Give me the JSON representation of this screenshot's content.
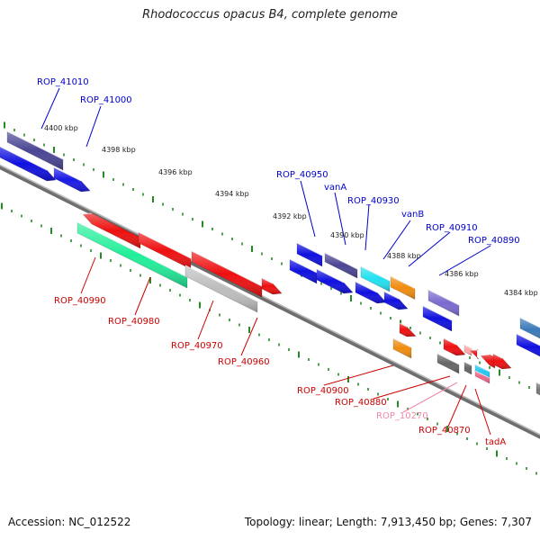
{
  "title": "Rhodococcus opacus B4, complete genome",
  "footer": {
    "accession": "Accession: NC_012522",
    "summary": "Topology: linear; Length: 7,913,450 bp; Genes: 7,307"
  },
  "colors": {
    "backbone": "#808080",
    "tick_green": "#228b22",
    "label_blue": "#0000cc",
    "label_red": "#cc0000",
    "label_pink": "#ee88aa"
  },
  "scale_labels": [
    "4400 kbp",
    "4398 kbp",
    "4396 kbp",
    "4394 kbp",
    "4392 kbp",
    "4390 kbp",
    "4388 kbp",
    "4386 kbp",
    "4384 kbp"
  ],
  "gene_labels_top": [
    "ROP_41010",
    "ROP_41000",
    "ROP_40950",
    "vanA",
    "ROP_40930",
    "vanB",
    "ROP_40910",
    "ROP_40890"
  ],
  "gene_labels_bottom": [
    "ROP_40990",
    "ROP_40980",
    "ROP_40970",
    "ROP_40960",
    "ROP_40900",
    "ROP_40880",
    "ROP_10270",
    "ROP_40870",
    "tadA"
  ]
}
